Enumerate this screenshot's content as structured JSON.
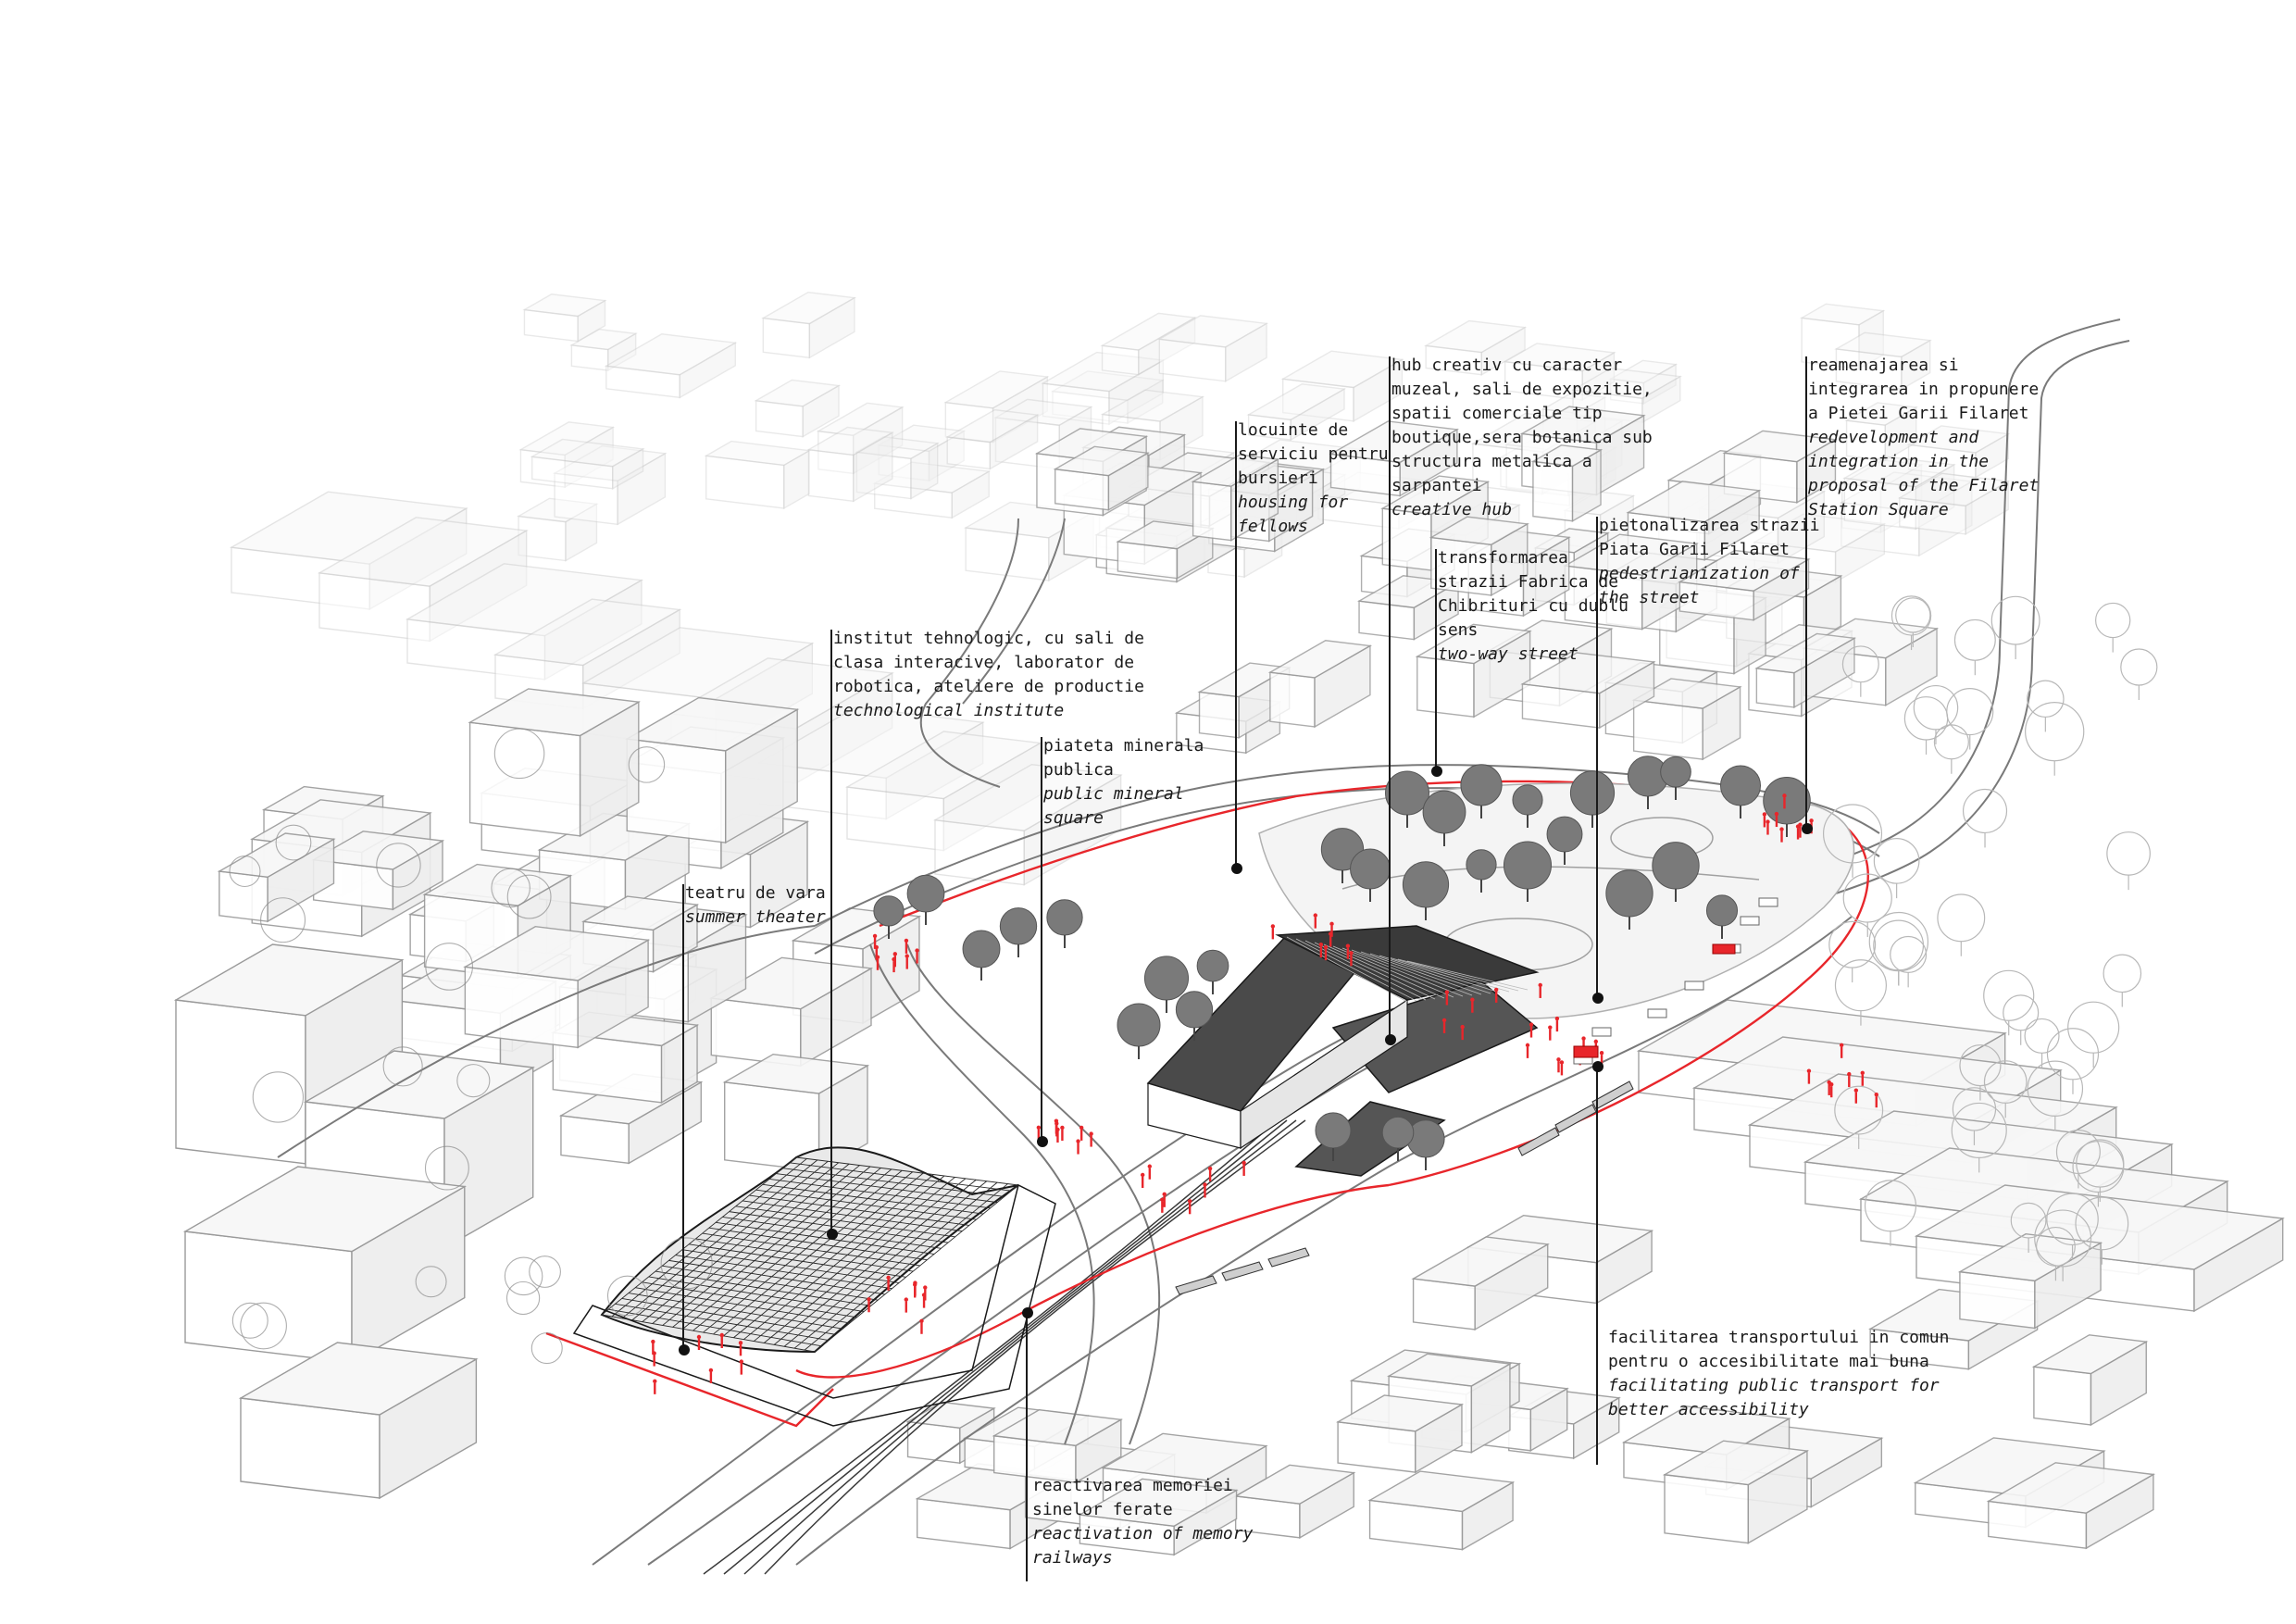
{
  "annotations": [
    {
      "id": "housing",
      "ro": "locuinte de\nserviciu pentru\nbursieri",
      "en": "housing for\nfellows"
    },
    {
      "id": "creative-hub",
      "ro": "hub creativ cu caracter\nmuzeal, sali de expozitie,\nspatii comerciale tip\nboutique,sera botanica sub\nstructura metalica a\nsarpantei",
      "en": "creative hub"
    },
    {
      "id": "square",
      "ro": "reamenajarea si\nintegrarea in propunere\na Pietei Garii Filaret",
      "en": "redevelopment and\nintegration in the\nproposal of the Filaret\nStation Square"
    },
    {
      "id": "pedestrian",
      "ro": "pietonalizarea strazii\nPiata Garii Filaret",
      "en": "pedestrianization of\nthe street"
    },
    {
      "id": "two-way",
      "ro": "transformarea\nstrazii Fabrica de\nChibrituri cu dublu\nsens",
      "en": "two-way street"
    },
    {
      "id": "institute",
      "ro": "institut tehnologic, cu sali de\nclasa interacive, laborator de\nrobotica, ateliere de productie",
      "en": "technological institute"
    },
    {
      "id": "mineral",
      "ro": "piateta minerala\npublica",
      "en": "public mineral\nsquare"
    },
    {
      "id": "theater",
      "ro": "teatru de vara",
      "en": "summer theater"
    },
    {
      "id": "transport",
      "ro": "facilitarea transportului in comun\npentru o accesibilitate mai buna",
      "en": "facilitating public transport for\nbetter accessibility"
    },
    {
      "id": "railways",
      "ro": "reactivarea memoriei\n sinelor ferate",
      "en": "reactivation of memory\nrailways"
    }
  ],
  "colors": {
    "ink": "#1a1a1a",
    "accent": "#e8262b",
    "building": "#eeeeee",
    "tree": "#8c8c8c"
  }
}
